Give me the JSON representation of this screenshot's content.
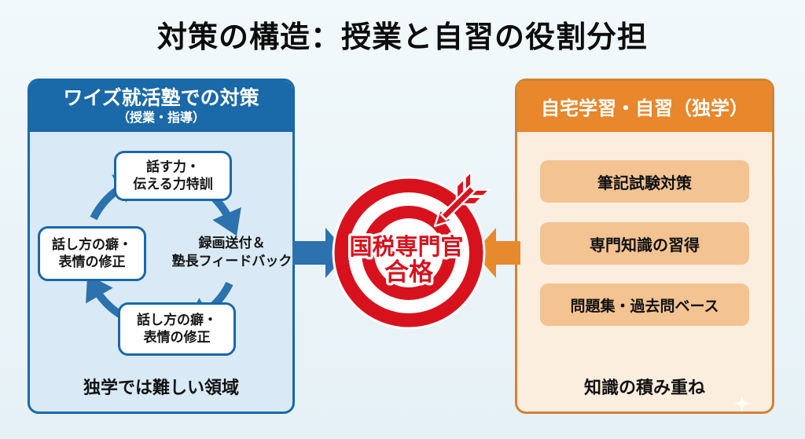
{
  "title": "対策の構造：授業と自習の役割分担",
  "left_panel": {
    "header": "ワイズ就活塾での対策",
    "subheader": "（授業・指導）",
    "cycle_nodes": {
      "training": {
        "line1": "話す力・",
        "line2": "伝える力特訓"
      },
      "feedback": {
        "line1": "録画送付＆",
        "line2": "塾長フィードバック"
      },
      "correction_bottom": {
        "line1": "話し方の癖・",
        "line2": "表情の修正"
      },
      "correction_left": {
        "line1": "話し方の癖・",
        "line2": "表情の修正"
      }
    },
    "footer": "独学では難しい領域"
  },
  "goal": {
    "line1": "国税専門官",
    "line2": "合格"
  },
  "right_panel": {
    "header": "自宅学習・自習（独学）",
    "items": [
      "筆記試験対策",
      "専門知識の習得",
      "問題集・過去問ベース"
    ],
    "footer": "知識の積み重ね"
  },
  "colors": {
    "blue_header": "#1a69a8",
    "blue_body": "#d9eaf6",
    "blue_arrow": "#2b72ae",
    "orange_header": "#e8872b",
    "orange_body": "#fbeede",
    "orange_item": "#f3c392",
    "orange_arrow": "#e78a2e",
    "target_red": "#d8121d"
  }
}
